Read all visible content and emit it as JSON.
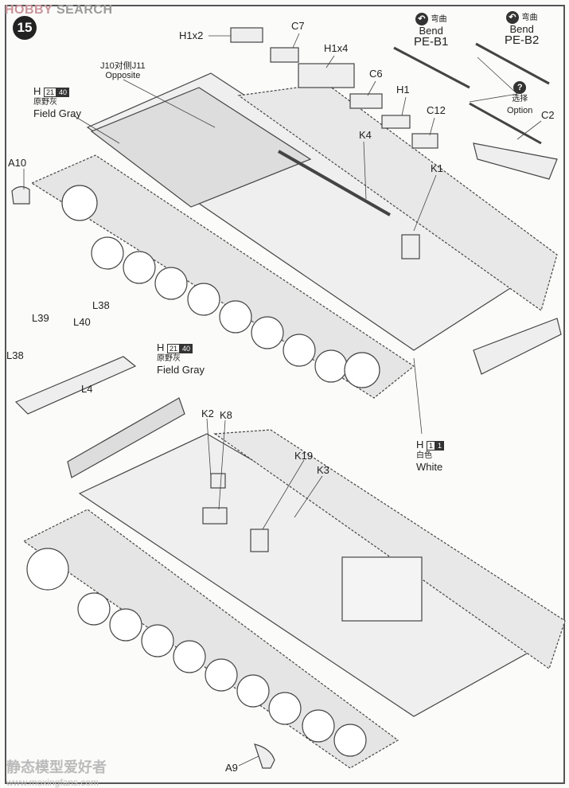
{
  "watermark_top": {
    "brand_a": "HOBBY",
    "brand_b": "SEARCH"
  },
  "step": "15",
  "parts": {
    "h1x2": "H1x2",
    "c7": "C7",
    "h1x4": "H1x4",
    "c6": "C6",
    "h1": "H1",
    "c12": "C12",
    "k4": "K4",
    "k1": "K1",
    "c2": "C2",
    "a10": "A10",
    "l38a": "L38",
    "l39": "L39",
    "l40": "L40",
    "l38b": "L38",
    "l4": "L4",
    "k2": "K2",
    "k8": "K8",
    "k19": "K19",
    "k3": "K3",
    "a9": "A9"
  },
  "opposite": {
    "line1": "J10对侧J11",
    "line2": "Opposite"
  },
  "paint1": {
    "prefix": "H",
    "code1": "21",
    "code2": "40",
    "cn": "原野灰",
    "en": "Field Gray"
  },
  "paint2": {
    "prefix": "H",
    "code1": "21",
    "code2": "40",
    "cn": "原野灰",
    "en": "Field Gray"
  },
  "paint3": {
    "prefix": "H",
    "code1": "1",
    "code2": "1",
    "cn": "白色",
    "en": "White"
  },
  "bend1": {
    "cn": "弯曲",
    "en": "Bend",
    "part": "PE-B1"
  },
  "bend2": {
    "cn": "弯曲",
    "en": "Bend",
    "part": "PE-B2"
  },
  "option": {
    "cn": "选择",
    "en": "Option",
    "icon": "?"
  },
  "watermark_bottom": {
    "cn": "静态模型爱好者",
    "url": "www.moxingfans.com"
  }
}
